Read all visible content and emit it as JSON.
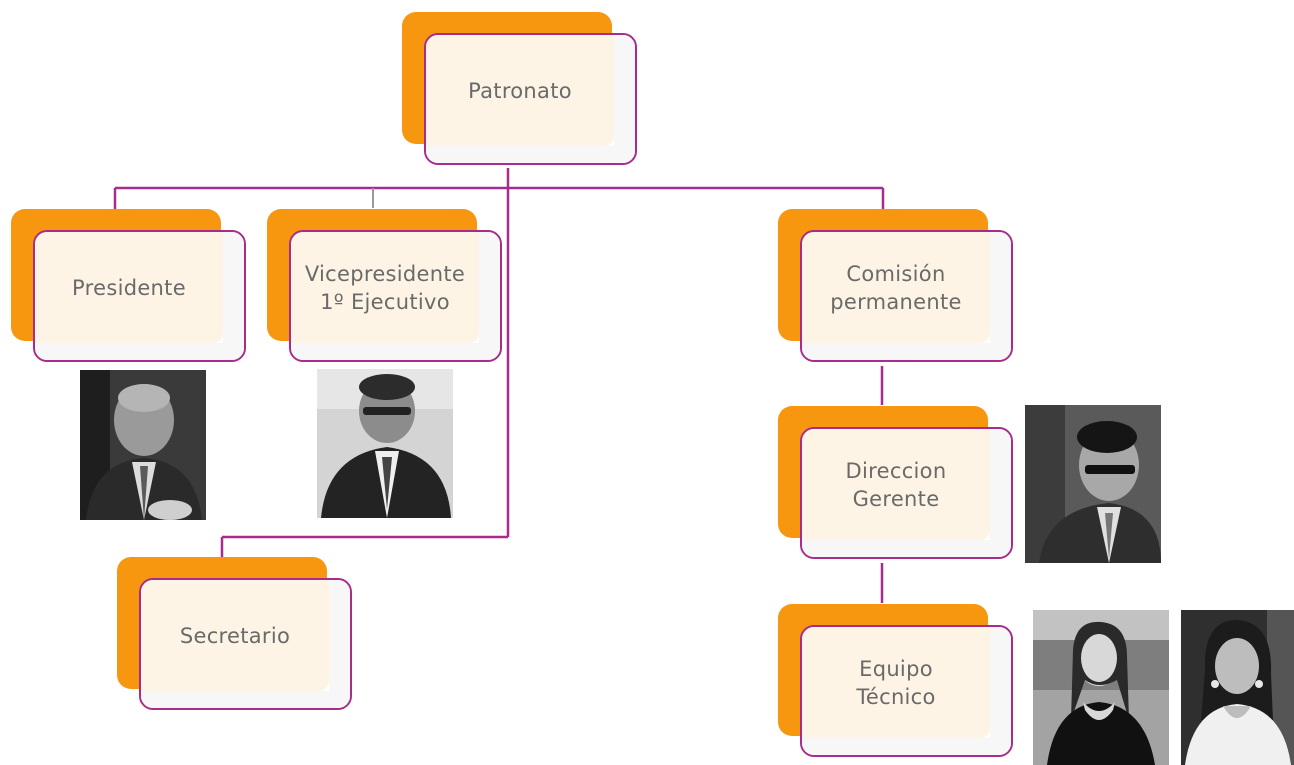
{
  "colors": {
    "orange": "#f7960f",
    "purple": "#a82c8b",
    "cream": "#fdf4e5",
    "text": "#6a6a6a"
  },
  "nodes": {
    "patronato": "Patronato",
    "presidente": "Presidente",
    "vicepresidente": "Vicepresidente\n1º Ejecutivo",
    "secretario": "Secretario",
    "comision": "Comisión\npermanente",
    "direccion": "Direccion\nGerente",
    "equipo": "Equipo\nTécnico"
  },
  "photos": [
    {
      "name": "presidente-photo",
      "icon": "person-photo-icon"
    },
    {
      "name": "vicepresidente-photo",
      "icon": "person-photo-icon"
    },
    {
      "name": "direccion-gerente-photo",
      "icon": "person-photo-icon"
    },
    {
      "name": "equipo-tecnico-photo-1",
      "icon": "person-photo-icon"
    },
    {
      "name": "equipo-tecnico-photo-2",
      "icon": "person-photo-icon"
    }
  ]
}
